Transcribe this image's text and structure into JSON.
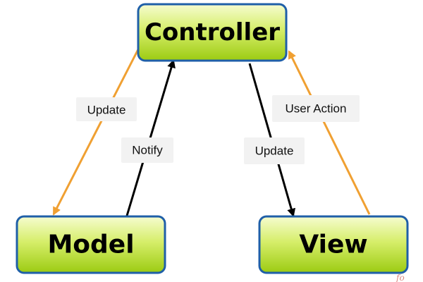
{
  "colors": {
    "box_border": "#1f5fa8",
    "box_fill_top": "#f4fbc4",
    "box_fill_bottom": "#a6d415",
    "orange_arrow": "#f0a032",
    "black_arrow": "#000000",
    "edge_label_bg": "#f2f2f2"
  },
  "nodes": {
    "controller": {
      "label": "Controller"
    },
    "model": {
      "label": "Model"
    },
    "view": {
      "label": "View"
    }
  },
  "edges": {
    "controller_to_model": {
      "label": "Update",
      "color": "orange"
    },
    "model_to_controller": {
      "label": "Notify",
      "color": "black"
    },
    "controller_to_view": {
      "label": "Update",
      "color": "black"
    },
    "view_to_controller": {
      "label": "User Action",
      "color": "orange"
    }
  }
}
